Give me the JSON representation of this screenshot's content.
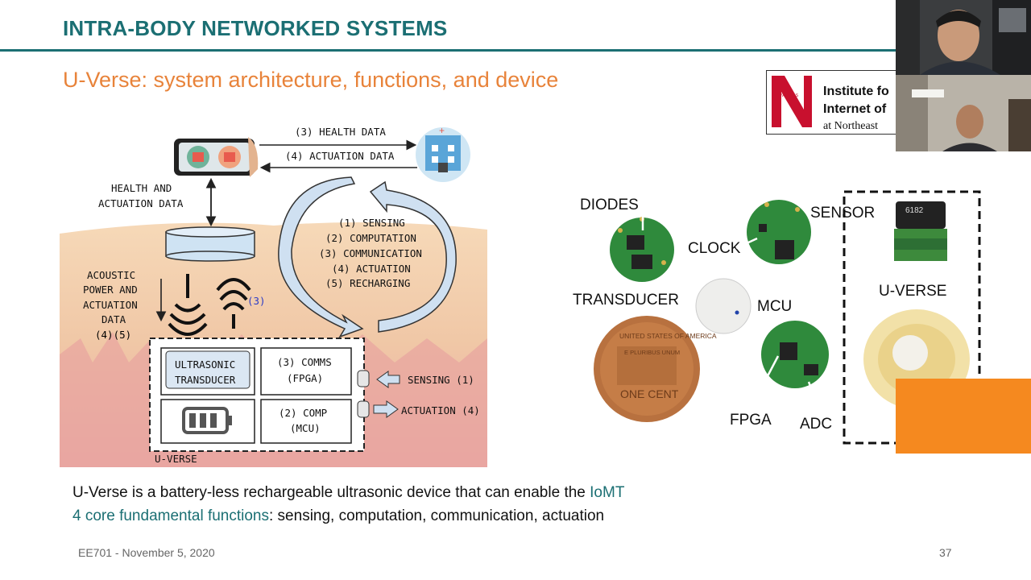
{
  "header": {
    "title": "INTRA-BODY NETWORKED SYSTEMS"
  },
  "slide": {
    "subtitle": "U-Verse: system architecture, functions, and device"
  },
  "diagram": {
    "top_arrow_1": "(3) HEALTH DATA",
    "top_arrow_2": "(4) ACTUATION DATA",
    "left_label_1": "HEALTH AND",
    "left_label_2": "ACTUATION DATA",
    "acoustic_1": "ACOUSTIC",
    "acoustic_2": "POWER AND",
    "acoustic_3": "ACTUATION",
    "acoustic_4": "DATA",
    "acoustic_5": "(4)(5)",
    "wave_num": "(3)",
    "cycle": [
      "(1) SENSING",
      "(2) COMPUTATION",
      "(3) COMMUNICATION",
      "(4) ACTUATION",
      "(5) RECHARGING"
    ],
    "transducer_1": "ULTRASONIC",
    "transducer_2": "TRANSDUCER",
    "comms_1": "(3) COMMS",
    "comms_2": "(FPGA)",
    "comp_1": "(2) COMP",
    "comp_2": "(MCU)",
    "sensing": "SENSING (1)",
    "actuation": "ACTUATION (4)",
    "uverse": "U-VERSE"
  },
  "photo_labels": {
    "diodes": "DIODES",
    "sensor": "SENSOR",
    "clock": "CLOCK",
    "transducer": "TRANSDUCER",
    "mcu": "MCU",
    "uverse": "U-VERSE",
    "fpga": "FPGA",
    "adc": "ADC",
    "coin_top": "UNITED STATES OF AMERICA",
    "coin_mid": "E PLURIBUS UNUM",
    "coin_bottom": "ONE CENT",
    "chip_text": "6182"
  },
  "caption": {
    "line1_pre": "U-Verse is a battery-less rechargeable ultrasonic device that can enable the ",
    "line1_hl": "IoMT",
    "line2_hl": "4 core fundamental functions",
    "line2_post": ": sensing, computation, communication, actuation"
  },
  "footer": {
    "left": "EE701 - November 5, 2020",
    "page": "37"
  },
  "logo": {
    "line1": "Institute fo",
    "line2": "Internet of",
    "line3": "at Northeast",
    "seal_text": "VERITAS"
  },
  "colors": {
    "teal": "#1b6f73",
    "orange": "#e8833a",
    "accent_orange": "#f5891f",
    "num_blue": "#2b3bc7"
  }
}
